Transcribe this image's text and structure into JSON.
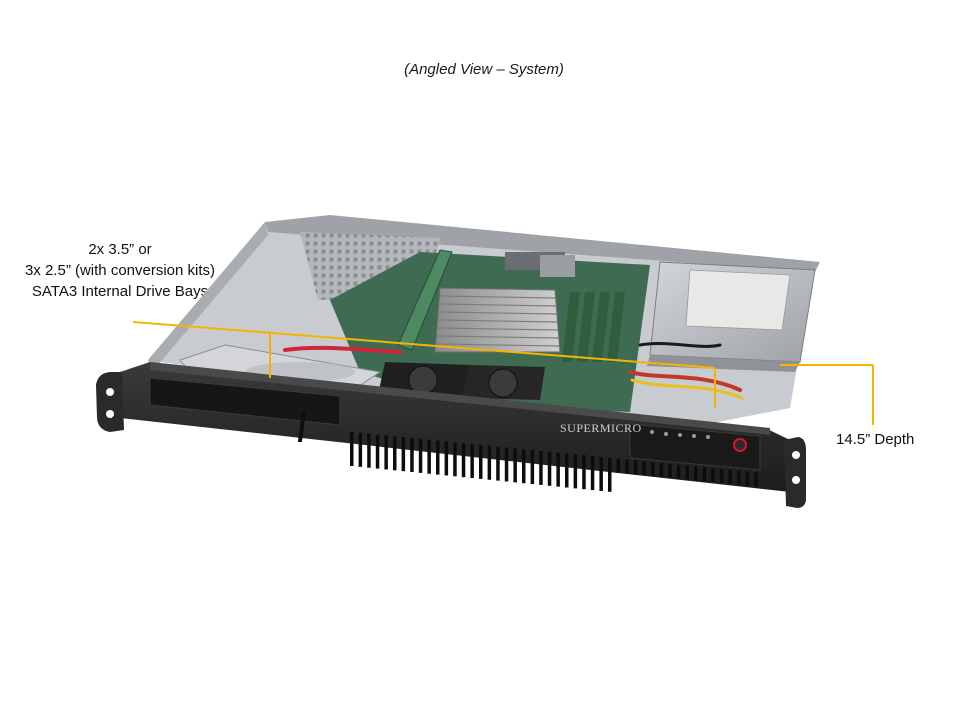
{
  "caption": "(Angled View – System)",
  "drive_bays": {
    "line1": "2x 3.5” or",
    "line2": "3x 2.5” (with conversion kits)",
    "line3": "SATA3 Internal Drive Bays"
  },
  "depth": {
    "label": "14.5” Depth"
  },
  "front_panel": {
    "brand": "SUPERMICRO"
  },
  "colors": {
    "callout_line": "#f5b400",
    "chassis_front": "#2b2b2b",
    "chassis_metal": "#b9bcc0",
    "power_button": "#d8142e"
  }
}
